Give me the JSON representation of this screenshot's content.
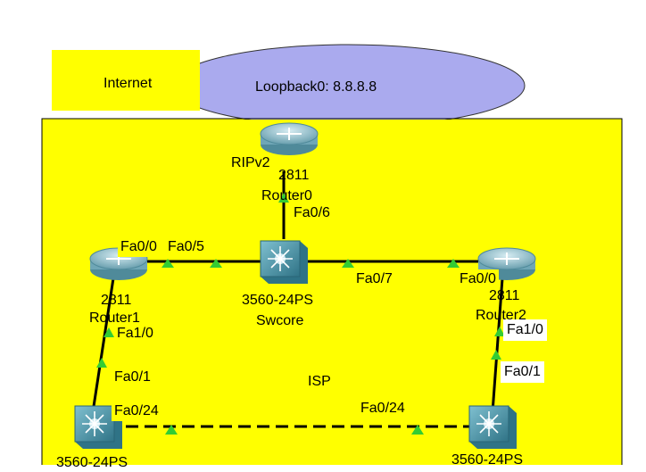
{
  "internet_box": {
    "label": "Internet"
  },
  "cloud": {
    "label": "Loopback0: 8.8.8.8"
  },
  "region": {
    "label": "ISP"
  },
  "router_top": {
    "model": "2811",
    "name": "Router0",
    "protocol": "RIPv2",
    "port_down": "Fa0/6"
  },
  "router_left": {
    "model": "2811",
    "name": "Router1",
    "port_right": "Fa0/0",
    "port_down": "Fa1/0"
  },
  "router_right": {
    "model": "2811",
    "name": "Router2",
    "port_left": "Fa0/0",
    "port_down": "Fa1/0"
  },
  "core_switch": {
    "model": "3560-24PS",
    "name": "Swcore",
    "port_left": "Fa0/5",
    "port_right": "Fa0/7"
  },
  "switch_left": {
    "model": "3560-24PS",
    "port_up": "Fa0/1",
    "port_right": "Fa0/24"
  },
  "switch_right": {
    "model": "3560-24PS",
    "port_up": "Fa0/1",
    "port_left": "Fa0/24"
  },
  "colors": {
    "region": "#ffff00",
    "cloud": "#aaaaee",
    "router": "#8fb8c4",
    "switch": "#5a9fb0",
    "link_up": "#33cc33"
  }
}
